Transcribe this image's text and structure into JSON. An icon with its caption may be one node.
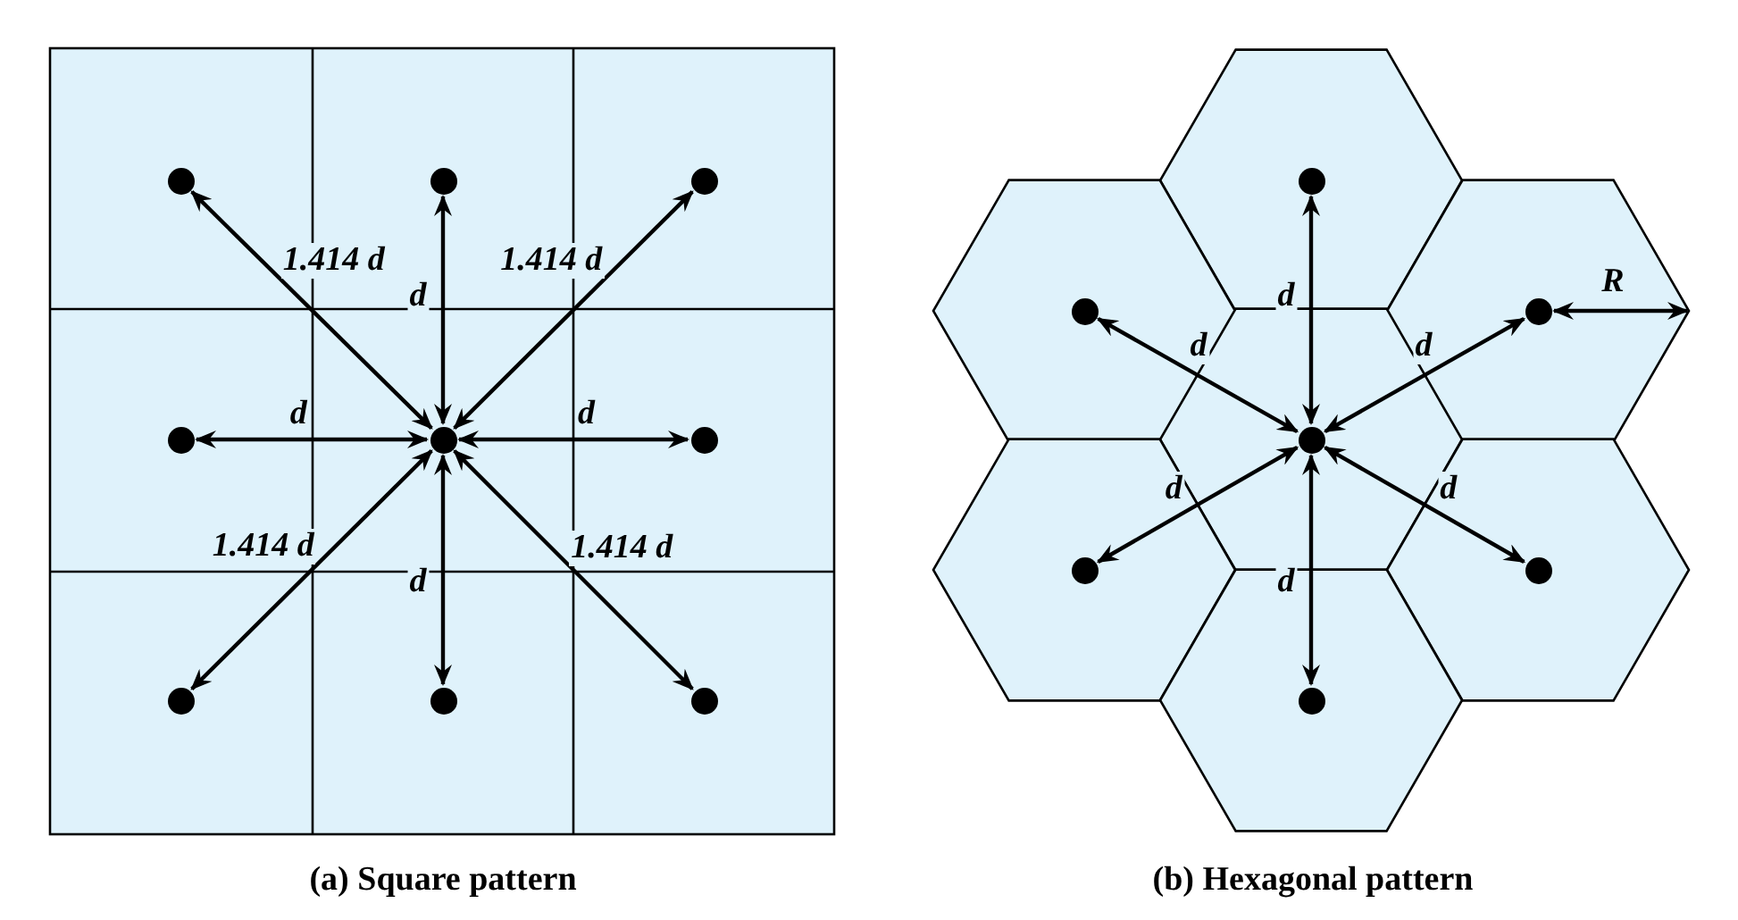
{
  "diagram": {
    "nodes": [
      {
        "text": [],
        "shape": "circle"
      },
      {
        "text": [],
        "shape": "circle"
      },
      {
        "text": [],
        "shape": "circle"
      },
      {
        "text": [],
        "shape": "circle"
      },
      {
        "text": [],
        "shape": "circle"
      },
      {
        "text": [],
        "shape": "circle"
      },
      {
        "text": [],
        "shape": "circle"
      },
      {
        "text": [],
        "shape": "circle"
      },
      {
        "text": [],
        "shape": "circle"
      },
      {
        "text": [],
        "shape": "circle"
      },
      {
        "text": [],
        "shape": "circle"
      },
      {
        "text": [],
        "shape": "circle"
      },
      {
        "text": [],
        "shape": "circle"
      },
      {
        "text": [],
        "shape": "circle"
      },
      {
        "text": [],
        "shape": "circle"
      },
      {
        "text": [],
        "shape": "circle"
      }
    ],
    "edges": [
      {
        "from": 4,
        "to": 0,
        "arrow": "both",
        "label": "1.414 d"
      },
      {
        "from": 4,
        "to": 1,
        "arrow": "both",
        "label": "d"
      },
      {
        "from": 4,
        "to": 2,
        "arrow": "both",
        "label": "1.414 d"
      },
      {
        "from": 4,
        "to": 3,
        "arrow": "both",
        "label": "d"
      },
      {
        "from": 4,
        "to": 5,
        "arrow": "both",
        "label": "d"
      },
      {
        "from": 4,
        "to": 6,
        "arrow": "both",
        "label": "1.414 d"
      },
      {
        "from": 4,
        "to": 7,
        "arrow": "both",
        "label": "d"
      },
      {
        "from": 4,
        "to": 8,
        "arrow": "both",
        "label": "1.414 d"
      },
      {
        "from": 12,
        "to": 9,
        "arrow": "both",
        "label": "d"
      },
      {
        "from": 12,
        "to": 10,
        "arrow": "both",
        "label": "d"
      },
      {
        "from": 12,
        "to": 11,
        "arrow": "both",
        "label": "d"
      },
      {
        "from": 12,
        "to": 13,
        "arrow": "both",
        "label": "d"
      },
      {
        "from": 12,
        "to": 14,
        "arrow": "both",
        "label": "d"
      },
      {
        "from": 12,
        "to": 15,
        "arrow": "both",
        "label": "d"
      }
    ],
    "labels": [
      "R",
      "(a) Square pattern",
      "(b) Hexagonal pattern"
    ]
  }
}
